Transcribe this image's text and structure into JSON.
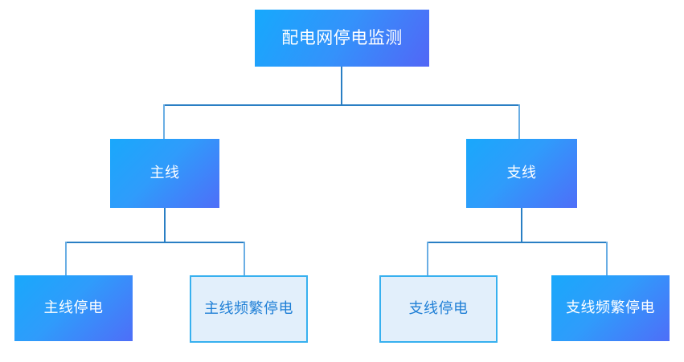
{
  "diagram": {
    "title": "配电网停电监测",
    "type": "tree",
    "orientation": "top-down",
    "colors": {
      "node_gradient_start": "#16a9fc",
      "node_gradient_mid": "#3492fb",
      "node_gradient_end": "#5266f6",
      "outline_border": "#37b0ef",
      "outline_fill": "#e2effb",
      "outline_text": "#1f7fd6",
      "filled_text": "#ffffff",
      "connector": "#2a7fc4",
      "background": "#ffffff"
    },
    "root": {
      "label": "配电网停电监测",
      "style": "filled"
    },
    "level2": [
      {
        "label": "主线",
        "style": "filled"
      },
      {
        "label": "支线",
        "style": "filled"
      }
    ],
    "level3": [
      {
        "label": "主线停电",
        "style": "filled",
        "parent": "主线"
      },
      {
        "label": "主线频繁停电",
        "style": "outline",
        "parent": "主线"
      },
      {
        "label": "支线停电",
        "style": "outline",
        "parent": "支线"
      },
      {
        "label": "支线频繁停电",
        "style": "filled",
        "parent": "支线"
      }
    ]
  }
}
